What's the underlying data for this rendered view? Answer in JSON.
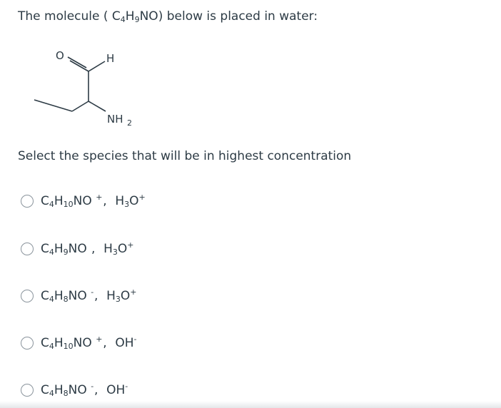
{
  "question": {
    "prefix": "The molecule ( ",
    "formula": {
      "c": "C",
      "c_n": "4",
      "h": "H",
      "h_n": "9",
      "rest": "NO"
    },
    "suffix": ") below is placed in water:"
  },
  "structure": {
    "o_label": "O",
    "h_label": "H",
    "n_label": "NH",
    "n_sub": "2"
  },
  "prompt": "Select the species that will be in highest concentration",
  "options": [
    {
      "c": "C",
      "c_n": "4",
      "h": "H",
      "h_n": "10",
      "rest": "NO",
      "charge": "+",
      "sep": ",",
      "ion": "H",
      "ion_n": "3",
      "ion_rest": "O",
      "ion_charge": "+"
    },
    {
      "c": "C",
      "c_n": "4",
      "h": "H",
      "h_n": "9",
      "rest": "NO",
      "charge": "",
      "sep": " ,",
      "ion": "H",
      "ion_n": "3",
      "ion_rest": "O",
      "ion_charge": "+"
    },
    {
      "c": "C",
      "c_n": "4",
      "h": "H",
      "h_n": "8",
      "rest": "NO",
      "charge": "-",
      "sep": ",",
      "ion": "H",
      "ion_n": "3",
      "ion_rest": "O",
      "ion_charge": "+"
    },
    {
      "c": "C",
      "c_n": "4",
      "h": "H",
      "h_n": "10",
      "rest": "NO",
      "charge": "+",
      "sep": ",",
      "ion": "OH",
      "ion_n": "",
      "ion_rest": "",
      "ion_charge": "-"
    },
    {
      "c": "C",
      "c_n": "4",
      "h": "H",
      "h_n": "8",
      "rest": "NO",
      "charge": "-",
      "sep": ",",
      "ion": "OH",
      "ion_n": "",
      "ion_rest": "",
      "ion_charge": "-"
    }
  ],
  "icons": {
    "radio": "radio-unchecked-icon"
  }
}
